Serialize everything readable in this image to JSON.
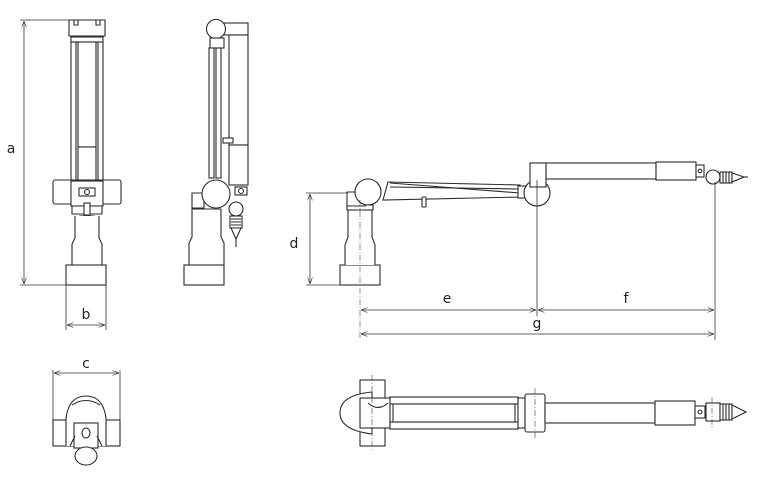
{
  "dimensions": {
    "a": "a",
    "b": "b",
    "c": "c",
    "d": "d",
    "e": "e",
    "f": "f",
    "g": "g"
  },
  "colors": {
    "line": "#2a2a2a",
    "background": "#ffffff"
  }
}
